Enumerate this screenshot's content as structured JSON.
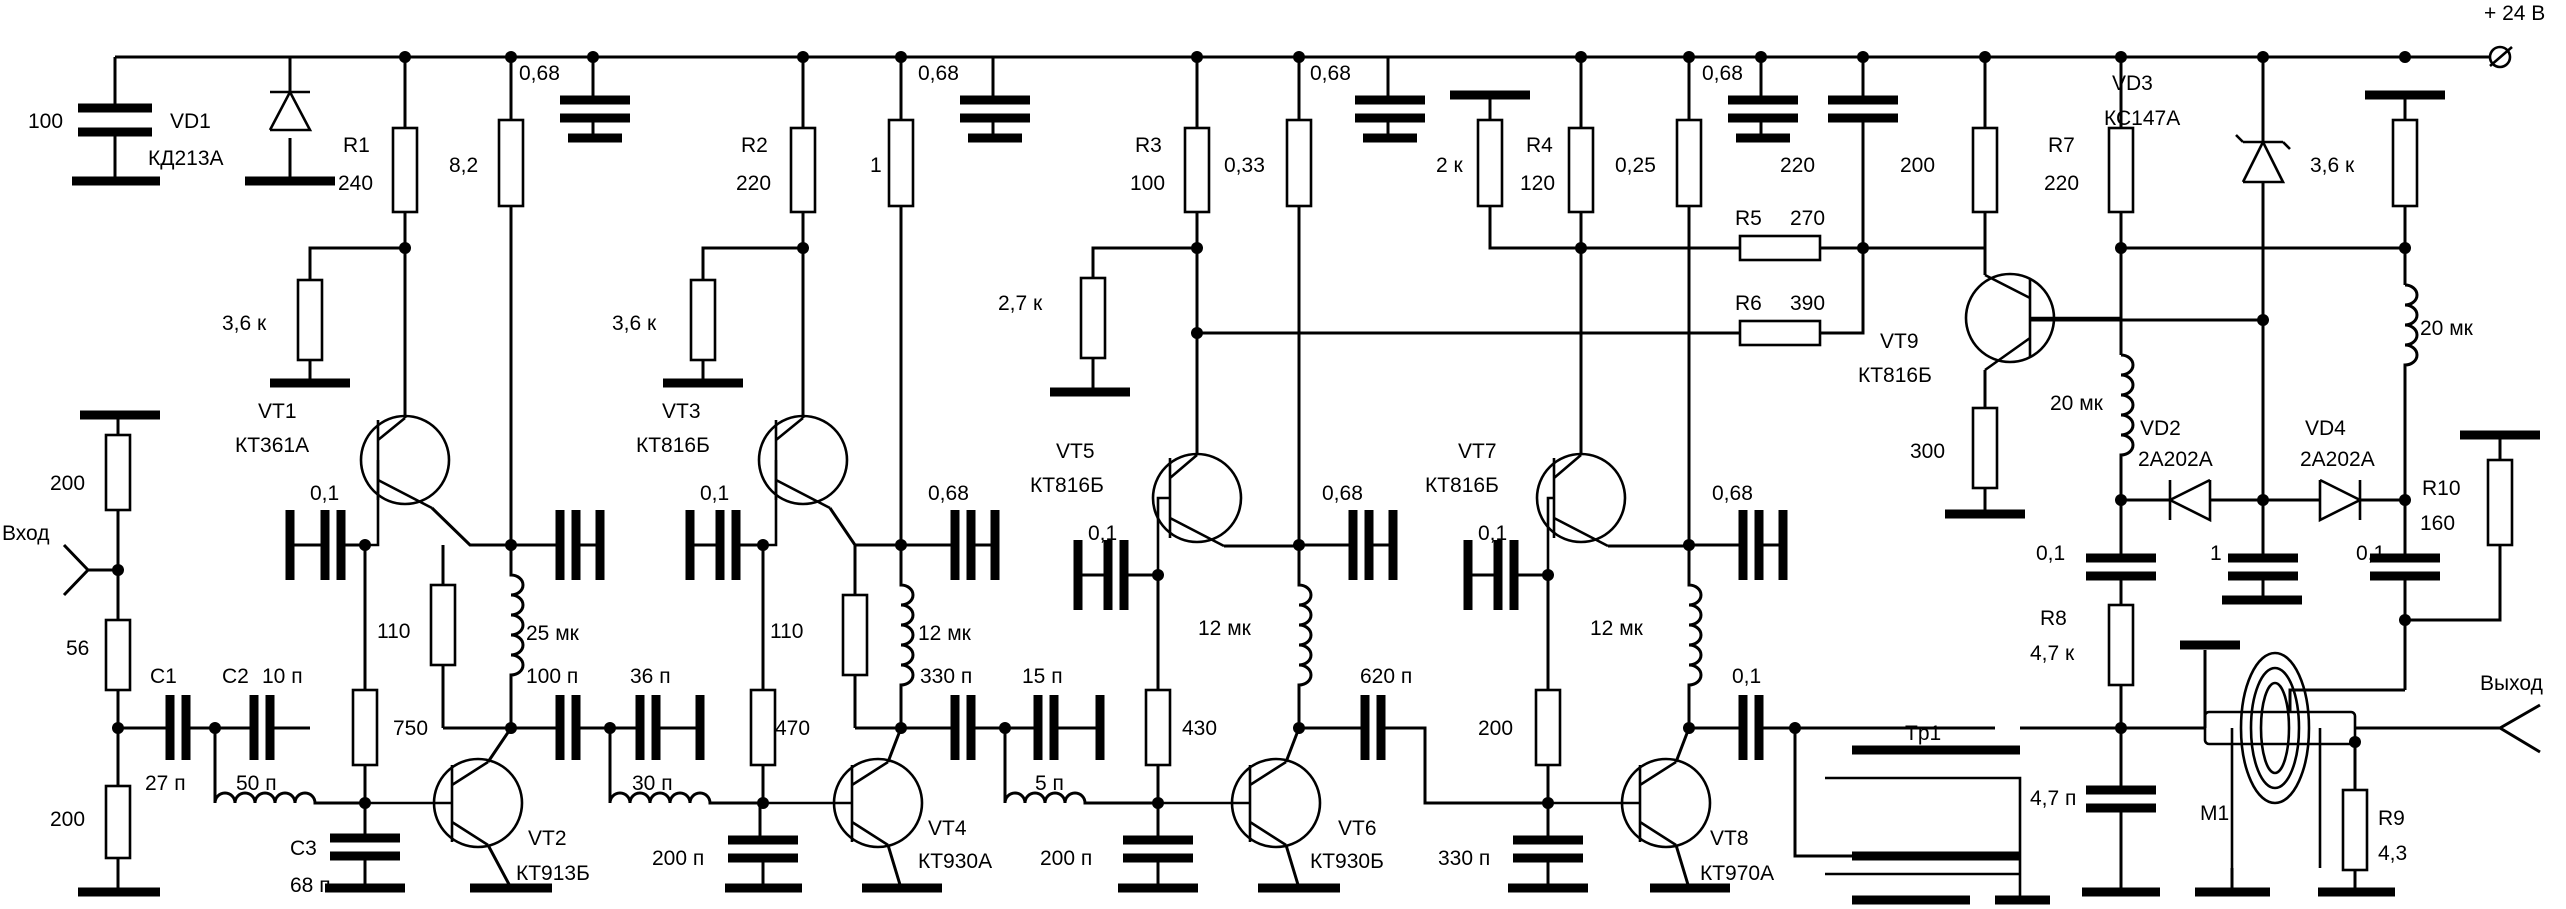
{
  "power": {
    "label": "+ 24 В"
  },
  "input": {
    "label": "Вход"
  },
  "output": {
    "label": "Выход"
  },
  "resistors": {
    "r1": {
      "ref": "R1",
      "value": "240"
    },
    "r2": {
      "ref": "R2",
      "value": "220"
    },
    "r3": {
      "ref": "R3",
      "value": "100"
    },
    "r4": {
      "ref": "R4",
      "value": "120"
    },
    "r5": {
      "ref": "R5",
      "value": "270"
    },
    "r6": {
      "ref": "R6",
      "value": "390"
    },
    "r7": {
      "ref": "R7",
      "value": "220"
    },
    "r8": {
      "ref": "R8",
      "value": "4,7 к"
    },
    "r9": {
      "ref": "R9",
      "value": "4,3"
    },
    "r10": {
      "ref": "R10",
      "value": "160"
    },
    "vt1_emitter": "8,2",
    "vt1_bias": "3,6 к",
    "vt2_collector": "110",
    "vt2_base": "750",
    "vt3_emitter": "1",
    "vt3_bias": "3,6 к",
    "vt4_collector": "110",
    "vt4_base": "470",
    "vt5_emitter": "0,33",
    "vt5_bias": "2,7 к",
    "vt6_base": "430",
    "vt7_pot": "2 к",
    "vt7_emitter": "0,25",
    "vt8_base": "200",
    "vt9_collector": "200",
    "vt9_emitter": "300",
    "right_top": "3,6 к",
    "input_top": "200",
    "input_mid": "56",
    "input_bottom": "200"
  },
  "capacitors": {
    "c1": {
      "ref": "C1",
      "value": "27 п"
    },
    "c2": {
      "ref": "C2",
      "value": "10 п"
    },
    "c3": {
      "ref": "C3",
      "value": "68 п"
    },
    "supply": "100",
    "dec1": "0,68",
    "dec2": "0,68",
    "dec3": "0,68",
    "dec4": "0,68",
    "vt1_base": "0,1",
    "vt3_base": "0,1",
    "vt5_base": "0,1",
    "vt7_base": "0,1",
    "vt4_col": "0,68",
    "vt6_col": "0,68",
    "vt8_col": "0,68",
    "c100": "100 п",
    "c36": "36 п",
    "c330": "330 п",
    "c15": "15 п",
    "c620": "620 п",
    "c01_out": "0,1",
    "vt2_base_gnd": "200 п",
    "vt4_base_gnd": "200 п",
    "vt8_base_gnd": "330 п",
    "c220": "220",
    "c_r8": "0,1",
    "c_vd": "1",
    "c_r10": "0,1",
    "c47": "4,7 п"
  },
  "inductors": {
    "l25": "25 мк",
    "l12a": "12 мк",
    "l12b": "12 мк",
    "l12c": "12 мк",
    "l20a": "20 мк",
    "l20b": "20 мк",
    "l50": "50 п",
    "l30": "30 п",
    "l5": "5 п"
  },
  "transistors": {
    "vt1": {
      "ref": "VT1",
      "type": "КТ361А"
    },
    "vt2": {
      "ref": "VT2",
      "type": "КТ913Б"
    },
    "vt3": {
      "ref": "VT3",
      "type": "КТ816Б"
    },
    "vt4": {
      "ref": "VT4",
      "type": "КТ930А"
    },
    "vt5": {
      "ref": "VT5",
      "type": "КТ816Б"
    },
    "vt6": {
      "ref": "VT6",
      "type": "КТ930Б"
    },
    "vt7": {
      "ref": "VT7",
      "type": "КТ816Б"
    },
    "vt8": {
      "ref": "VT8",
      "type": "КТ970А"
    },
    "vt9": {
      "ref": "VT9",
      "type": "КТ816Б"
    }
  },
  "diodes": {
    "vd1": {
      "ref": "VD1",
      "type": "КД213А"
    },
    "vd2": {
      "ref": "VD2",
      "type": "2А202А"
    },
    "vd3": {
      "ref": "VD3",
      "type": "КС147А"
    },
    "vd4": {
      "ref": "VD4",
      "type": "2А202А"
    }
  },
  "transformer": {
    "ref": "Tp1"
  },
  "meter": {
    "ref": "M1"
  }
}
